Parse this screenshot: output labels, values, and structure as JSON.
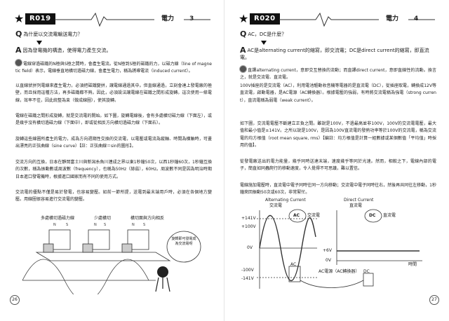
{
  "left": {
    "code": "R019",
    "category": "電力",
    "cat_num": "3",
    "question": "為什麼以交流電輸送電力？",
    "answer": "因為發電機的構造，使得電力產生交流。",
    "p1": "電線穿過磁鐵的N極與S極之間時，會產生電流。從N極到S極的磁鐵的力，以磁力線（line of magnetic field）表示，電線垂直地橫切過磁力線，會產生電力，稱為誘導電流（induced current）。",
    "p2": "以直線狀拼列電線來產生電力，必須把磁鐵變拼，讓電線通過其中。但直線通過，立刻會達上發電廠的極壁，而且採用這種方法，再多磁鐵都不夠。因此，必須設法讓電線在磁鐵之間形成旋轉。這次使用一條電線，效率不佳，因此統整為束（做成線圈），使其旋轉。",
    "p3": "電線在磁鐵之間形成旋轉，就是交流電的開始。如下圖，旋轉電線後，會有多處橫切磁力線（下面左），或是幾乎沒有橫切過磁力線（下面中），即或從相反方向橫切過磁力線（下面右）。",
    "p4": "旋轉這些線圈所產生的電力，成為方向週期性交換的交流電，以電壓或電流為縱軸、時間為橫軸時，可畫出漂亮的正弦曲線（sine curve）【註：正弦曲線＝sin的圖形】。",
    "p5": "交流方向的互換，日本在靜岡富士川與新潟糸魚川連成之界以東1秒鐘50次，以西1秒鐘60次，1秒鐘互換的次數，稱為振動數或周波數（frequency），也稱為50Hz（赫茲），60Hz。周波數不同是因為明治時期日本進口發電機時，根據進口國家而有不同的使用方式。",
    "p6": "交流電的優點不僅是易於發電，也容易變壓。如前一節所提，送電到最末端用戶時，必須在各個地方變壓。用線圈很容易進行交流電的變壓。",
    "fig_label1": "多處橫切過磁力線",
    "fig_label2": "少處橫切",
    "fig_label3": "橫切面與方向相反",
    "speech": "旋轉即可發電成為交流電呀",
    "page_num": "26"
  },
  "right": {
    "code": "R020",
    "category": "電力",
    "cat_num": "4",
    "question": "AC，DC是什麼？",
    "answer": "AC是alternating current的縮寫，即交流電；DC是direct current的縮寫，即直流電。",
    "p1": "直譯alternating current，意即交互替換的流動；而直譯direct current，意即直線性的流動。換言之，就是交流電、直流電。",
    "p2": "100V插座的是交流電（AC），利用電池驅動收音機等電器的是直流電（DC），從插座取電，轉換成12V等直流電，啟動電器，是AC電源（AC轉換器）。根據電壓的強弱，有時將交流電稱為強電（strong current），直流電稱為弱電（weak current）。",
    "p3": "如下圖，交流電電壓不斷建立正負之間。雖說是100V，不過最高並非100V，100V的交流電電壓，最大值和最小值是±141V。之所以說是100V，是因為100V直流電的發熱功率等於100V的交流電，稱為交流電的均方根值（root mean square, rms）【編註：均方根值是計算一組數據或某個數值「平均值」時採用的值】。",
    "p4": "從發電廠送出的電力能量，幾乎同時送達末端，速度幾乎等同於光速。然而，相較之下，電線內部的電子，簡直如同蟲爬行的移動速度，令人覺得不可思議，難以置信。",
    "p5": "電線施加電壓時，直流電中電子同時往同一方向移動；交流電中電子同時往右，然後再共同往左移動，1秒鐘來回振動50次或60次，非常緊忙。",
    "ac_title": "Alternating Current",
    "ac_jp": "交流電",
    "ac_bubble": "AC",
    "ac_name": "交流電",
    "dc_title": "Direct Current",
    "dc_jp": "直流電",
    "dc_bubble": "DC",
    "dc_name": "直流電",
    "y_141": "+141V",
    "y_100": "+100V",
    "y_0": "0V",
    "y_m100": "-100V",
    "y_m141": "-141V",
    "dc_v": "+6V",
    "dc_0": "0V",
    "time": "時間",
    "adapter": "AC電源（AC轉換器）",
    "ac_plug": "AC",
    "dc_plug": "DC",
    "page_num": "27"
  }
}
